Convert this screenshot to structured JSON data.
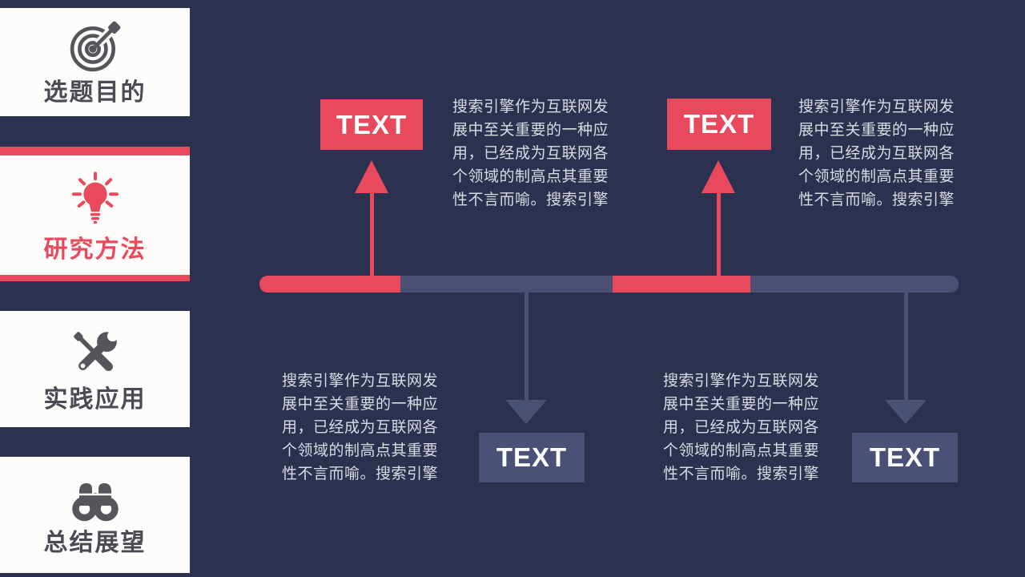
{
  "slide": {
    "background_color": "#2d3150",
    "accent_red": "#e9495c",
    "slate_color": "#4a4f73",
    "panel_color": "#fdfcfa"
  },
  "sidebar": {
    "items": [
      {
        "label": "选题目的",
        "icon": "target-icon",
        "active": false
      },
      {
        "label": "研究方法",
        "icon": "lightbulb-icon",
        "active": true
      },
      {
        "label": "实践应用",
        "icon": "tools-icon",
        "active": false
      },
      {
        "label": "总结展望",
        "icon": "binoculars-icon",
        "active": false
      }
    ],
    "active_text_color": "#e9495c",
    "inactive_text_color": "#4b4b55"
  },
  "timeline": {
    "segment_colors": [
      "#e9495c",
      "#4a4f73",
      "#e9495c",
      "#4b5074"
    ],
    "items": [
      {
        "position": "top-left",
        "direction": "up",
        "label": "TEXT",
        "body": "搜索引擎作为互联网发\n展中至关重要的一种应\n用，已经成为互联网各\n个领域的制高点其重要\n性不言而喻。搜索引擎"
      },
      {
        "position": "top-right",
        "direction": "up",
        "label": "TEXT",
        "body": "搜索引擎作为互联网发\n展中至关重要的一种应\n用，已经成为互联网各\n个领域的制高点其重要\n性不言而喻。搜索引擎"
      },
      {
        "position": "bottom-left",
        "direction": "down",
        "label": "TEXT",
        "body": "搜索引擎作为互联网发\n展中至关重要的一种应\n用，已经成为互联网各\n个领域的制高点其重要\n性不言而喻。搜索引擎"
      },
      {
        "position": "bottom-right",
        "direction": "down",
        "label": "TEXT",
        "body": "搜索引擎作为互联网发\n展中至关重要的一种应\n用，已经成为互联网各\n个领域的制高点其重要\n性不言而喻。搜索引擎"
      }
    ]
  }
}
